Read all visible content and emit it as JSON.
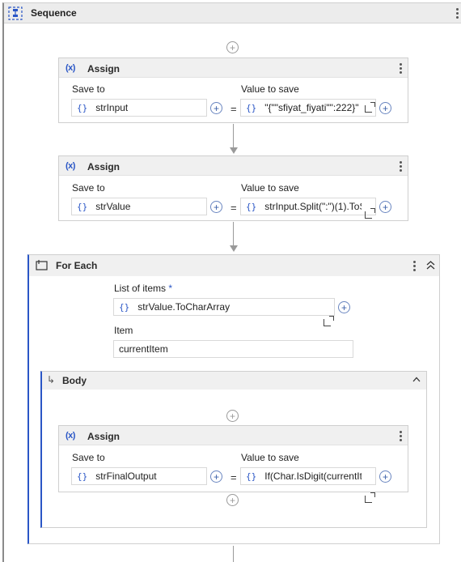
{
  "sequence": {
    "title": "Sequence"
  },
  "assign1": {
    "title": "Assign",
    "icon": "(x)",
    "save_to_label": "Save to",
    "value_label": "Value to save",
    "save_to_value": "strInput",
    "value_to_save": "\"{\"\"sfiyat_fiyati\"\":222}\"",
    "equals": "="
  },
  "assign2": {
    "title": "Assign",
    "icon": "(x)",
    "save_to_label": "Save to",
    "value_label": "Value to save",
    "save_to_value": "strValue",
    "value_to_save": "strInput.Split(\":\")(1).ToS",
    "equals": "="
  },
  "foreach": {
    "title": "For Each",
    "list_label": "List of items",
    "required_mark": "*",
    "list_value": "strValue.ToCharArray",
    "item_label": "Item",
    "item_value": "currentItem"
  },
  "body": {
    "title": "Body"
  },
  "assign3": {
    "title": "Assign",
    "icon": "(x)",
    "save_to_label": "Save to",
    "value_label": "Value to save",
    "save_to_value": "strFinalOutput",
    "value_to_save": "If(Char.IsDigit(currentIt",
    "equals": "="
  },
  "glyphs": {
    "brace": "{}",
    "plus": "+",
    "body_arrow": "↳",
    "collapse_up": "^",
    "collapse_double": "«"
  },
  "colors": {
    "accent": "#2a56c6",
    "header_bg": "#f0f0f0",
    "connector": "#9a9a9a"
  }
}
